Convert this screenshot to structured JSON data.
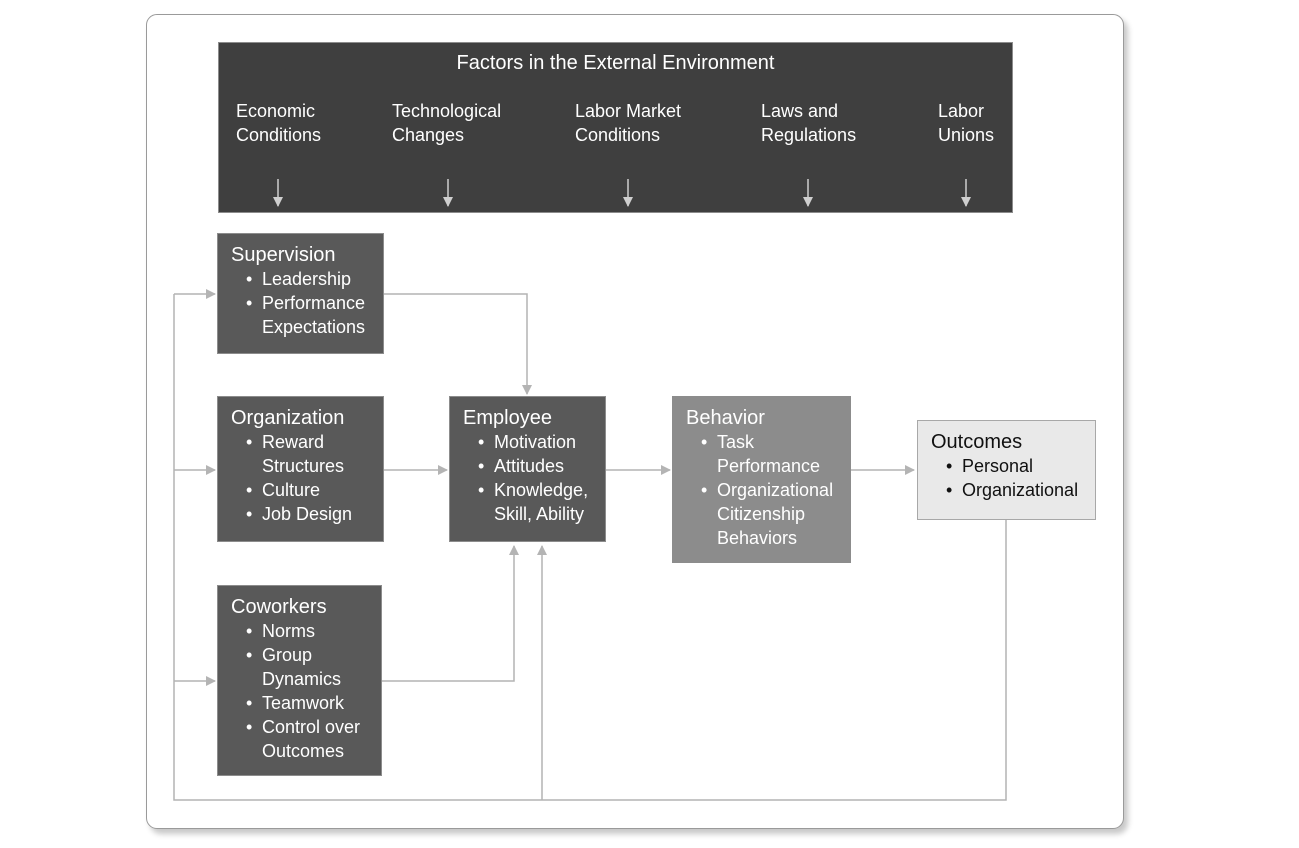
{
  "external": {
    "title": "Factors in the External Environment",
    "factors": [
      "Economic\nConditions",
      "Technological\nChanges",
      "Labor Market\nConditions",
      "Laws and\nRegulations",
      "Labor\nUnions"
    ]
  },
  "supervision": {
    "title": "Supervision",
    "items": [
      [
        "Leadership"
      ],
      [
        "Performance",
        "Expectations"
      ]
    ]
  },
  "organization": {
    "title": "Organization",
    "items": [
      [
        "Reward",
        "Structures"
      ],
      [
        "Culture"
      ],
      [
        "Job Design"
      ]
    ]
  },
  "coworkers": {
    "title": "Coworkers",
    "items": [
      [
        "Norms"
      ],
      [
        "Group",
        "Dynamics"
      ],
      [
        "Teamwork"
      ],
      [
        "Control over",
        "Outcomes"
      ]
    ]
  },
  "employee": {
    "title": "Employee",
    "items": [
      [
        "Motivation"
      ],
      [
        "Attitudes"
      ],
      [
        "Knowledge,",
        "Skill, Ability"
      ]
    ]
  },
  "behavior": {
    "title": "Behavior",
    "items": [
      [
        "Task",
        "Performance"
      ],
      [
        "Organizational",
        "Citizenship",
        "Behaviors"
      ]
    ]
  },
  "outcomes": {
    "title": "Outcomes",
    "items": [
      [
        "Personal"
      ],
      [
        "Organizational"
      ]
    ]
  }
}
